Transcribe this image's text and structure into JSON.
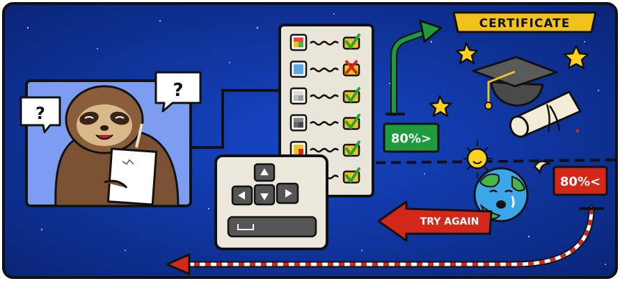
{
  "certificate": {
    "label": "CERTIFICATE"
  },
  "thresholds": {
    "pass_label": "80%>",
    "fail_label": "80%<"
  },
  "retry": {
    "label": "TRY AGAIN"
  },
  "sloth": {
    "left_bubble": "?",
    "right_bubble": "?"
  },
  "checklist": {
    "items": [
      {
        "icon": "colorful-image-icon",
        "status": "check"
      },
      {
        "icon": "arrow-image-icon",
        "status": "cross"
      },
      {
        "icon": "document-image-icon",
        "status": "check"
      },
      {
        "icon": "grid-image-icon",
        "status": "check"
      },
      {
        "icon": "warning-image-icon",
        "status": "check"
      },
      {
        "icon": "plain-image-icon",
        "status": "check"
      }
    ]
  },
  "colors": {
    "background": "#0c2f93",
    "pass_green": "#1f9a3c",
    "fail_red": "#d1281a",
    "gold": "#f1c21b",
    "panel": "#e9e5d9",
    "check_green": "#2aa338",
    "star_yellow": "#ffd21f"
  }
}
